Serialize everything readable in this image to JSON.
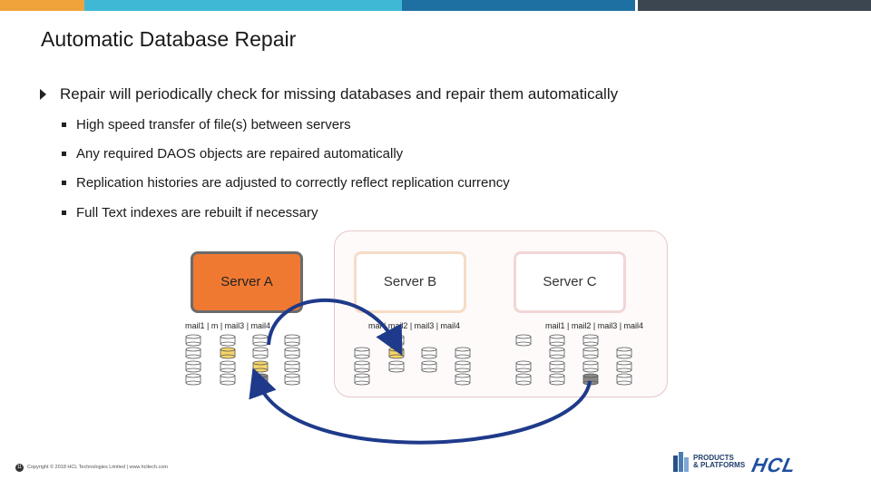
{
  "slide": {
    "title": "Automatic Database Repair",
    "main_bullet": "Repair will periodically check for missing databases and repair them automatically",
    "sub_bullets": [
      "High speed transfer of file(s) between servers",
      "Any required DAOS objects are repaired automatically",
      "Replication histories are adjusted to correctly reflect replication currency",
      "Full Text indexes are rebuilt if necessary"
    ]
  },
  "colors": {
    "bar1": "#f0a33a",
    "bar2": "#3eb8d5",
    "bar3": "#1e70a3",
    "bar4": "#3b4650",
    "server_a_fill": "#f07932",
    "arrow": "#1f3a8a",
    "db_yellow": "#f5d56a",
    "db_gray": "#8a8a8a"
  },
  "servers": [
    {
      "name": "Server A",
      "mail_label_text": "mail1 | m   | mail3 | mail4"
    },
    {
      "name": "Server B",
      "mail_label_text": "mai  |  mail2 | mail3 | mail4"
    },
    {
      "name": "Server C",
      "mail_label_text": "mail1 | mail2 | mail3 | mail4"
    }
  ],
  "footer": {
    "page": "11",
    "copyright": "Copyright © 2018 HCL Technologies Limited  |  www.hcltech.com"
  },
  "logos": {
    "pp_line1": "PRODUCTS",
    "pp_line2": "& PLATFORMS",
    "hcl": "HCL"
  }
}
